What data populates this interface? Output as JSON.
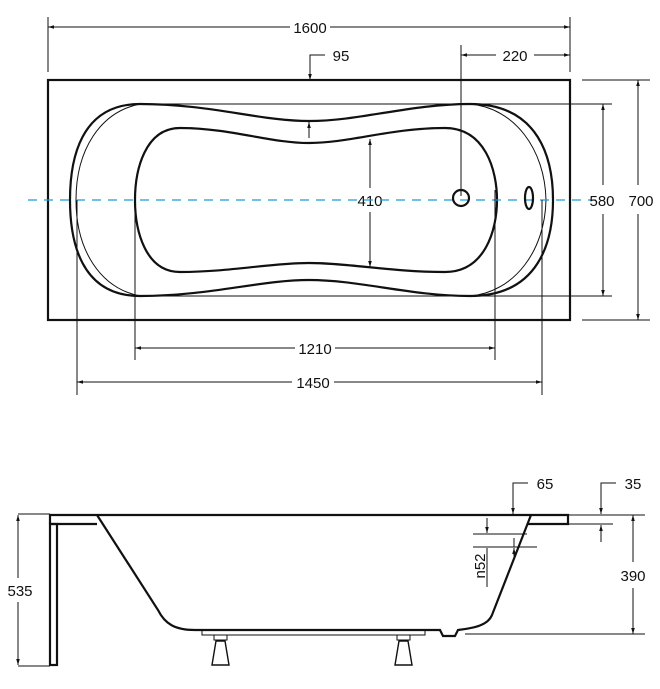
{
  "top_view": {
    "overall_length": "1600",
    "rim_width": "95",
    "drain_offset": "220",
    "basin_width_narrow": "410",
    "inner_rim_width": "580",
    "overall_width": "700",
    "basin_length": "1210",
    "inner_rim_length": "1450",
    "centerline_color": "#1a9fd6"
  },
  "side_view": {
    "total_height": "535",
    "rim_offset": "65",
    "rim_thickness": "35",
    "overflow_height": "n52",
    "tub_depth": "390"
  }
}
